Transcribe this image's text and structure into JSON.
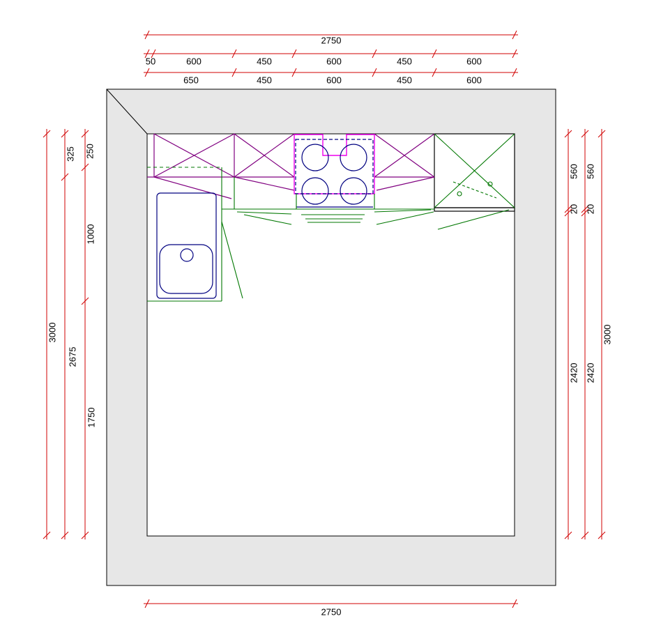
{
  "drawing": {
    "kind": "kitchen-floor-plan",
    "colors": {
      "dimension_line": "#d00000",
      "dimension_text": "#000000",
      "wall_fill": "#e7e7e7",
      "wall_outline": "#000000",
      "wall_cabinet": "#800080",
      "cooktop": "#ee00ee",
      "fixture": "#000080",
      "base_cabinet": "#007700",
      "tall_unit": "#000000"
    },
    "dimensions": {
      "top": {
        "overall": "2750",
        "row2": [
          "50",
          "600",
          "450",
          "600",
          "450",
          "600"
        ],
        "row3": [
          "650",
          "450",
          "600",
          "450",
          "600"
        ]
      },
      "bottom": {
        "overall": "2750"
      },
      "left": {
        "outer": "3000",
        "middle": [
          "325",
          "2675"
        ],
        "inner": [
          "250",
          "1000",
          "1750"
        ]
      },
      "right": {
        "line1": [
          "560",
          "20",
          "2420"
        ],
        "line2": [
          "560",
          "20",
          "2420"
        ],
        "outer": "3000"
      }
    }
  }
}
